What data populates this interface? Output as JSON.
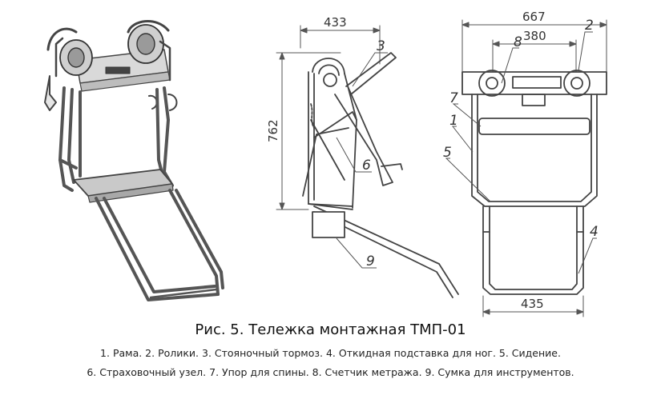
{
  "figure": {
    "dimensions": {
      "side_width": "433",
      "height": "762",
      "front_width": "667",
      "roller_spacing": "380",
      "bottom_width": "435"
    },
    "callouts": {
      "c1": "1",
      "c2": "2",
      "c3": "3",
      "c4": "4",
      "c5": "5",
      "c6": "6",
      "c7": "7",
      "c8": "8",
      "c9": "9"
    }
  },
  "caption": {
    "title": "Рис. 5.  Тележка монтажная ТМП-01",
    "line1": "1. Рама.  2. Ролики.  3. Стояночный тормоз. 4. Откидная подставка для ног.  5. Сидение.",
    "line2": "6. Страховочный узел. 7. Упор для спины.  8. Счетчик метража.  9. Сумка для инструментов."
  }
}
